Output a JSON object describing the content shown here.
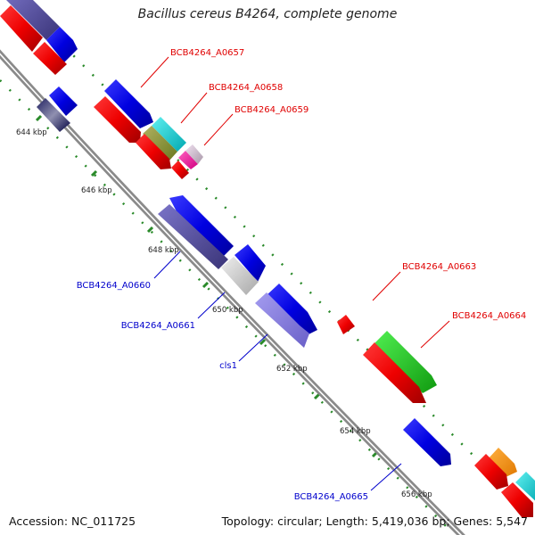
{
  "title": "Bacillus cereus B4264, complete genome",
  "footer": {
    "accession": "Accession: NC_011725",
    "topology": "Topology: circular; Length: 5,419,036 bp; Genes: 5,547"
  },
  "kbp_ticks": [
    "644 kbp",
    "646 kbp",
    "648 kbp",
    "650 kbp",
    "652 kbp",
    "654 kbp",
    "656 kbp"
  ],
  "gene_labels": [
    {
      "text": "BCB4264_A0657",
      "color": "#e00000"
    },
    {
      "text": "BCB4264_A0658",
      "color": "#e00000"
    },
    {
      "text": "BCB4264_A0659",
      "color": "#e00000"
    },
    {
      "text": "BCB4264_A0663",
      "color": "#e00000"
    },
    {
      "text": "BCB4264_A0664",
      "color": "#e00000"
    },
    {
      "text": "BCB4264_A0660",
      "color": "#0000cc"
    },
    {
      "text": "BCB4264_A0661",
      "color": "#0000cc"
    },
    {
      "text": "cls1",
      "color": "#0000cc"
    },
    {
      "text": "BCB4264_A0665",
      "color": "#0000cc"
    }
  ],
  "colors": {
    "forward_strand": "#0000dd",
    "reverse_strand": "#ee0000",
    "backbone": "#888888",
    "tick_marks": "#2a8a2a"
  }
}
